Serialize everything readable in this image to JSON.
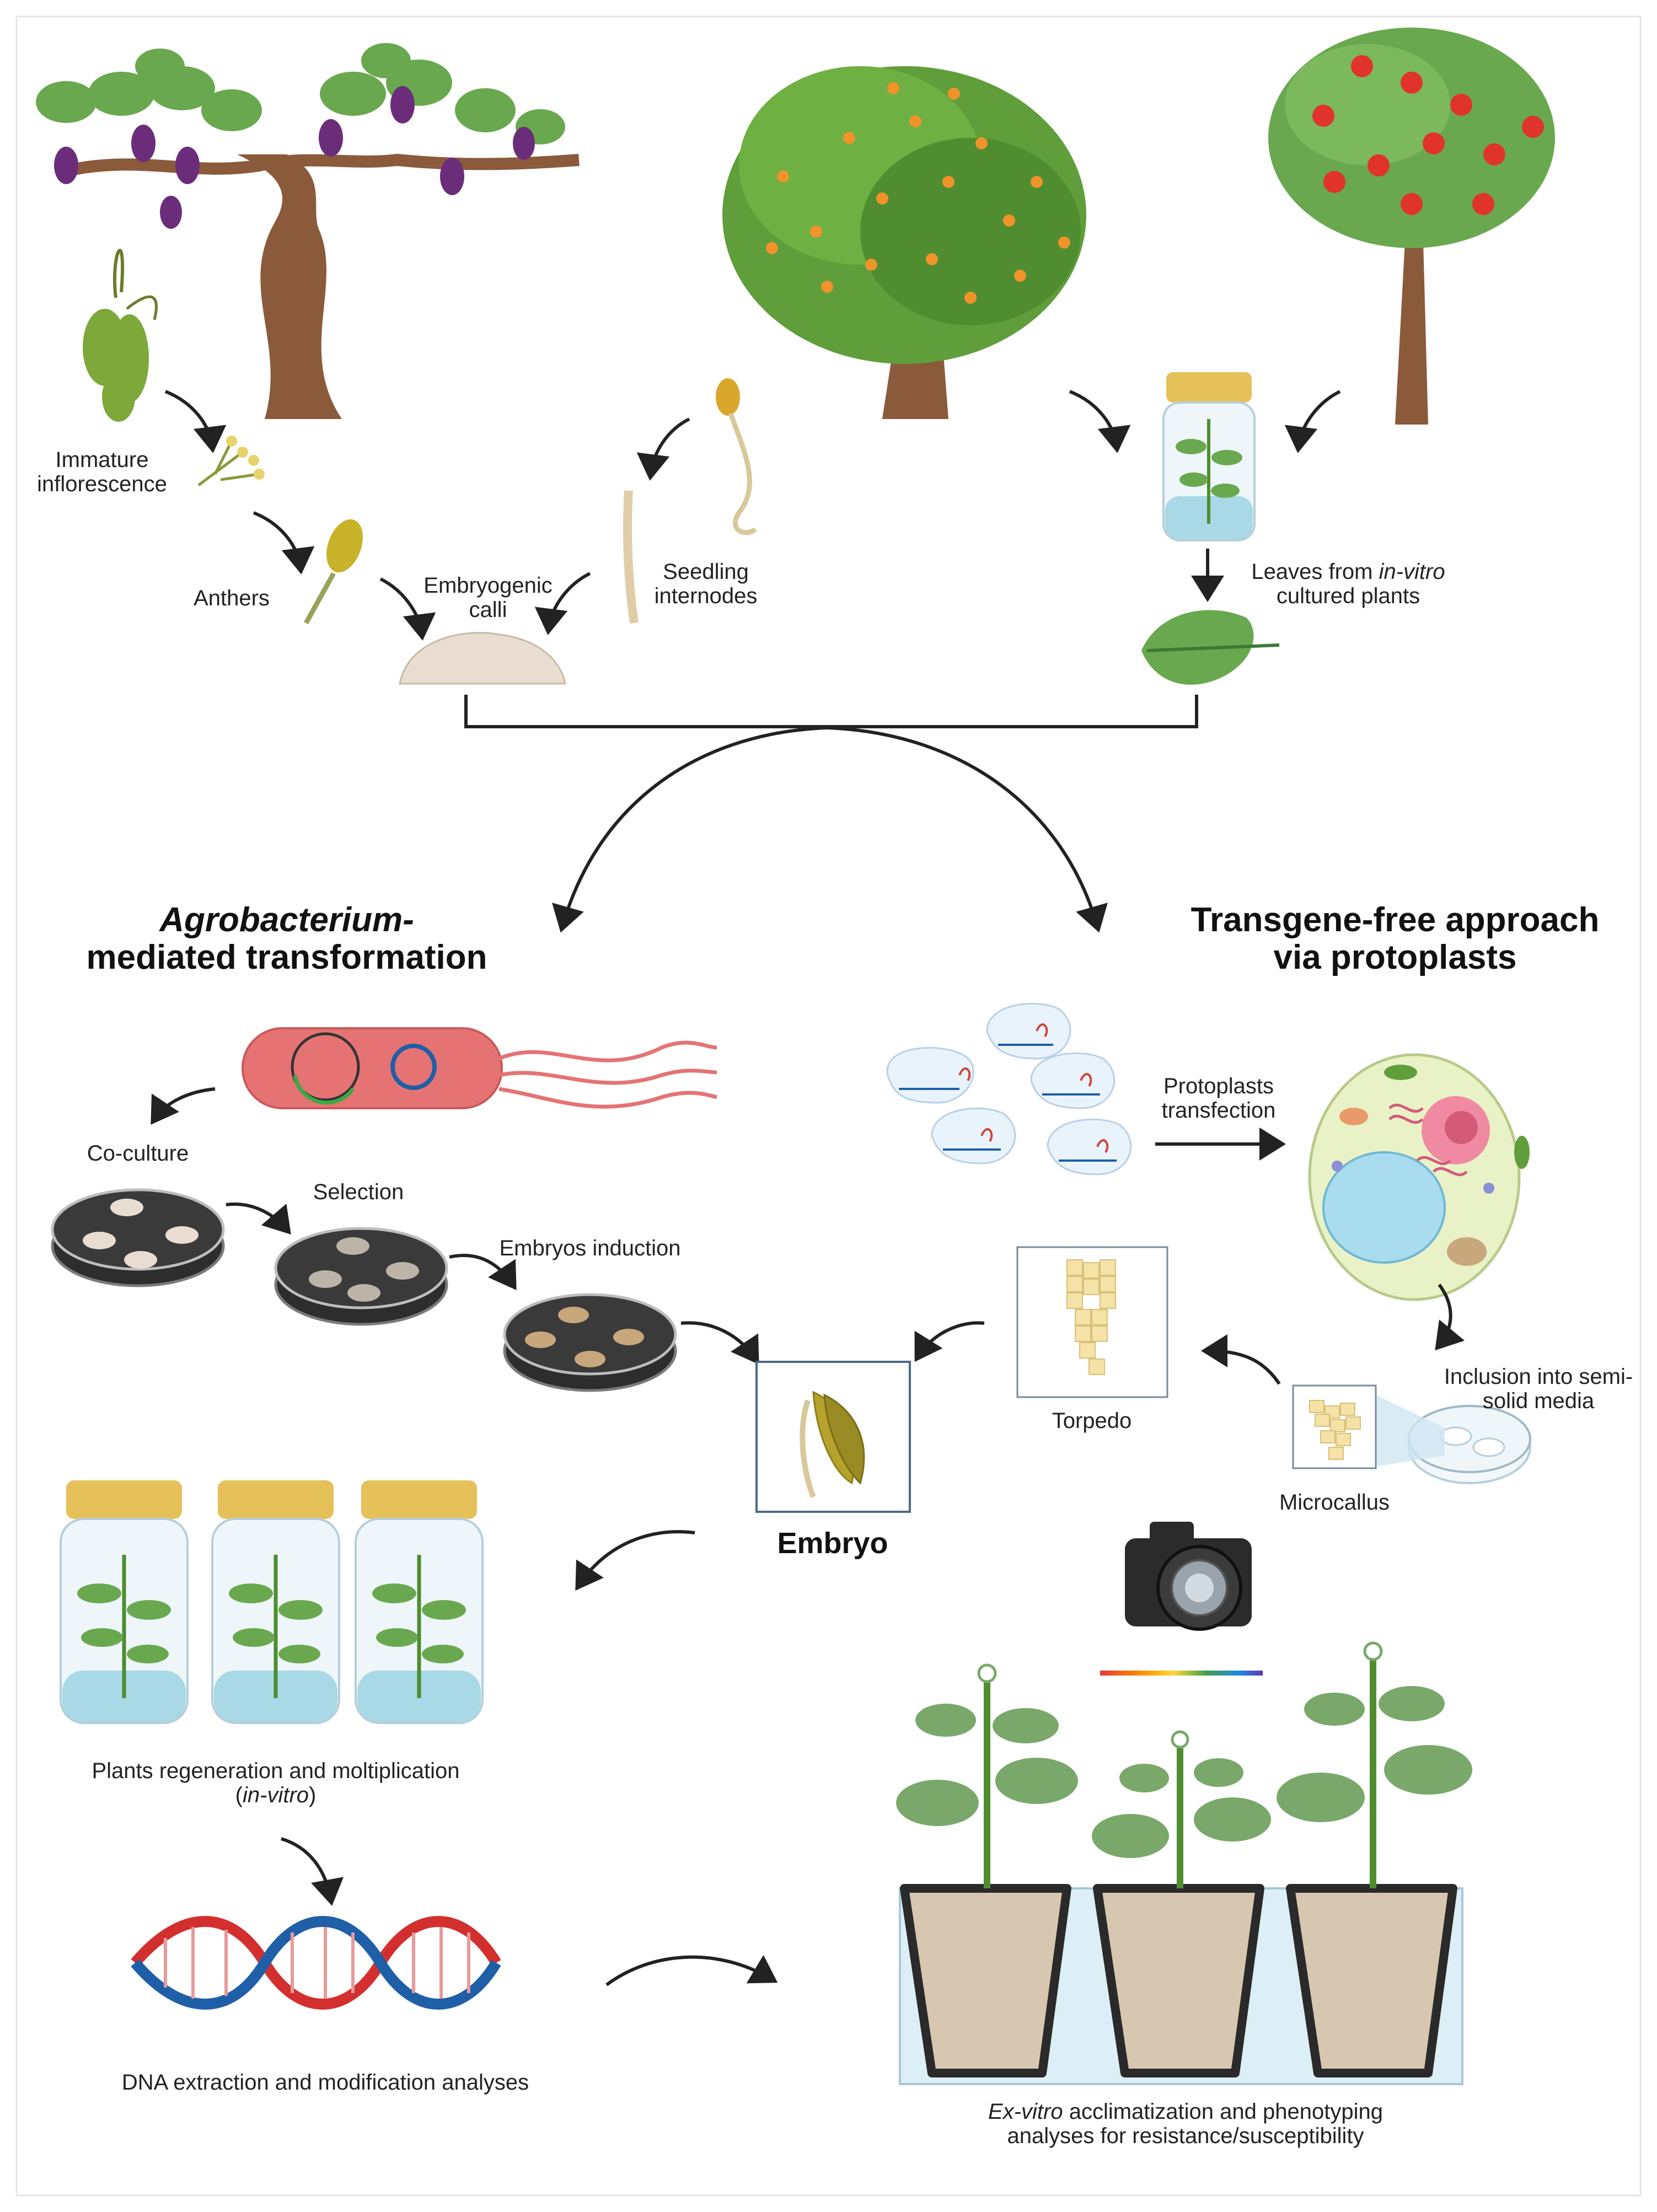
{
  "labels": {
    "immature_inflorescence": [
      "Immature",
      "inflorescence"
    ],
    "anthers": "Anthers",
    "embryogenic_calli": [
      "Embryogenic",
      "calli"
    ],
    "seedling_internodes": [
      "Seedling",
      "internodes"
    ],
    "leaves_in_vitro": {
      "pre": "Leaves from ",
      "em": "in-vitro",
      "line2": "cultured plants"
    },
    "agro_heading": {
      "em": "Agrobacterium-",
      "line2": "mediated transformation"
    },
    "transgene_heading": [
      "Transgene-free approach",
      "via protoplasts"
    ],
    "co_culture": "Co-culture",
    "selection": "Selection",
    "embryos_induction": "Embryos induction",
    "protoplasts_transfection": [
      "Protoplasts",
      "transfection"
    ],
    "torpedo": "Torpedo",
    "inclusion": [
      "Inclusion into semi-",
      "solid media"
    ],
    "microcallus": "Microcallus",
    "embryo": "Embryo",
    "plants_regeneration": {
      "line1": "Plants regeneration and moltiplication",
      "pre": "(",
      "em": "in-vitro",
      "post": ")"
    },
    "dna_extraction": "DNA extraction and modification analyses",
    "ex_vitro": {
      "em": "Ex-vitro",
      "rest": " acclimatization and phenotyping",
      "line2": "analyses for resistance/susceptibility"
    }
  },
  "colors": {
    "leaf_green": "#6aa84f",
    "dark_green": "#3d7a34",
    "grape_purple": "#6b2d7a",
    "orange_fruit": "#f0932b",
    "apple_red": "#e0332b",
    "trunk_brown": "#8a5a3b",
    "bacterium_red": "#e57373",
    "dna_red": "#d32f2f",
    "dna_blue": "#1f5fa8",
    "jar_lid": "#e6c15a",
    "jar_water": "#a9d8e6",
    "arrow": "#222222",
    "cell_green": "#e9f2c6",
    "petri_dark": "#2d2d2d"
  }
}
